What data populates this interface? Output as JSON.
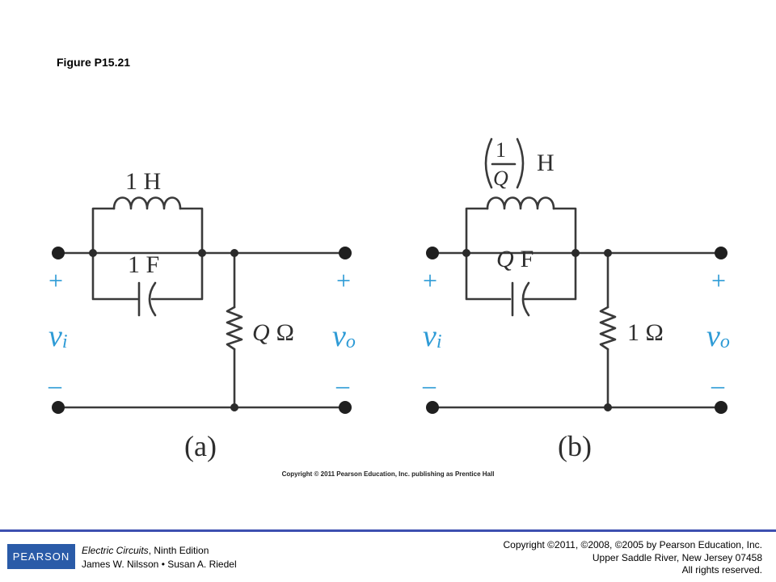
{
  "slide": {
    "title": "Figure P15.21"
  },
  "circuit_a": {
    "inductor_label": "1 H",
    "capacitor_label": "1 F",
    "resistor_symbol": "Q",
    "resistor_unit": "Ω",
    "caption": "(a)"
  },
  "circuit_b": {
    "inductor_frac_num": "1",
    "inductor_frac_den": "Q",
    "inductor_unit": "H",
    "capacitor_symbol": "Q",
    "capacitor_unit": "F",
    "resistor_label": "1 Ω",
    "caption": "(b)"
  },
  "signals": {
    "plus": "+",
    "minus": "–",
    "input_var": "v",
    "input_sub": "i",
    "output_var": "v",
    "output_sub": "o"
  },
  "figure_copyright": "Copyright © 2011 Pearson Education, Inc. publishing as Prentice Hall",
  "footer": {
    "logo_text": "PEARSON",
    "book_title": "Electric Circuits",
    "book_edition": ", Ninth Edition",
    "authors": "James W. Nilsson • Susan A. Riedel",
    "copyright_line": "Copyright ©2011, ©2008, ©2005 by Pearson Education, Inc.",
    "address_line": "Upper Saddle River, New Jersey 07458",
    "rights_line": "All rights reserved."
  },
  "colors": {
    "signal_blue": "#2e9bd6",
    "footer_rule": "#3d4fb0",
    "logo_bg": "#2a5ba8"
  }
}
